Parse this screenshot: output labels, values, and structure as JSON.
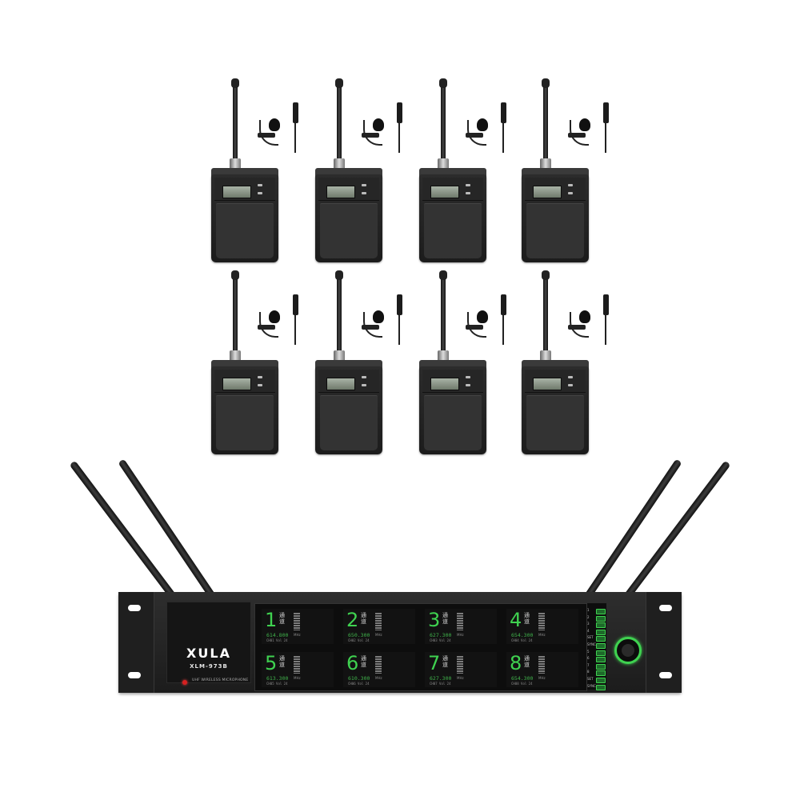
{
  "colors": {
    "background": "#ffffff",
    "unit_body": "#1c1c1c",
    "display_green": "#3fd250",
    "power_led": "#d62020"
  },
  "transmitters": {
    "count": 8,
    "icon": "bodypack-transmitter-icon",
    "lavalier_icon": "lavalier-microphone-icon"
  },
  "receiver": {
    "brand": "XULA",
    "model": "XLM-973B",
    "tagline": "UHF WIRELESS MICROPHONE",
    "power_knob_icon": "power-knob-icon",
    "channels": [
      {
        "number": "1",
        "label": "通道",
        "freq": "614.800",
        "status": "CH01  Vol 24"
      },
      {
        "number": "2",
        "label": "通道",
        "freq": "650.300",
        "status": "CH02  Vol 24"
      },
      {
        "number": "3",
        "label": "通道",
        "freq": "627.300",
        "status": "CH03  Vol 24"
      },
      {
        "number": "4",
        "label": "通道",
        "freq": "654.300",
        "status": "CH04  Vol 24"
      },
      {
        "number": "5",
        "label": "通道",
        "freq": "613.300",
        "status": "CH05  Vol 24"
      },
      {
        "number": "6",
        "label": "通道",
        "freq": "610.300",
        "status": "CH06  Vol 24"
      },
      {
        "number": "7",
        "label": "通道",
        "freq": "627.300",
        "status": "CH07  Vol 24"
      },
      {
        "number": "8",
        "label": "通道",
        "freq": "654.300",
        "status": "CH08  Vol 24"
      }
    ],
    "freq_unit": "MHz",
    "control_labels": [
      "1",
      "2",
      "3",
      "4",
      "SET",
      "SYNC",
      "5",
      "6",
      "7",
      "8",
      "SET",
      "SYNC"
    ]
  }
}
